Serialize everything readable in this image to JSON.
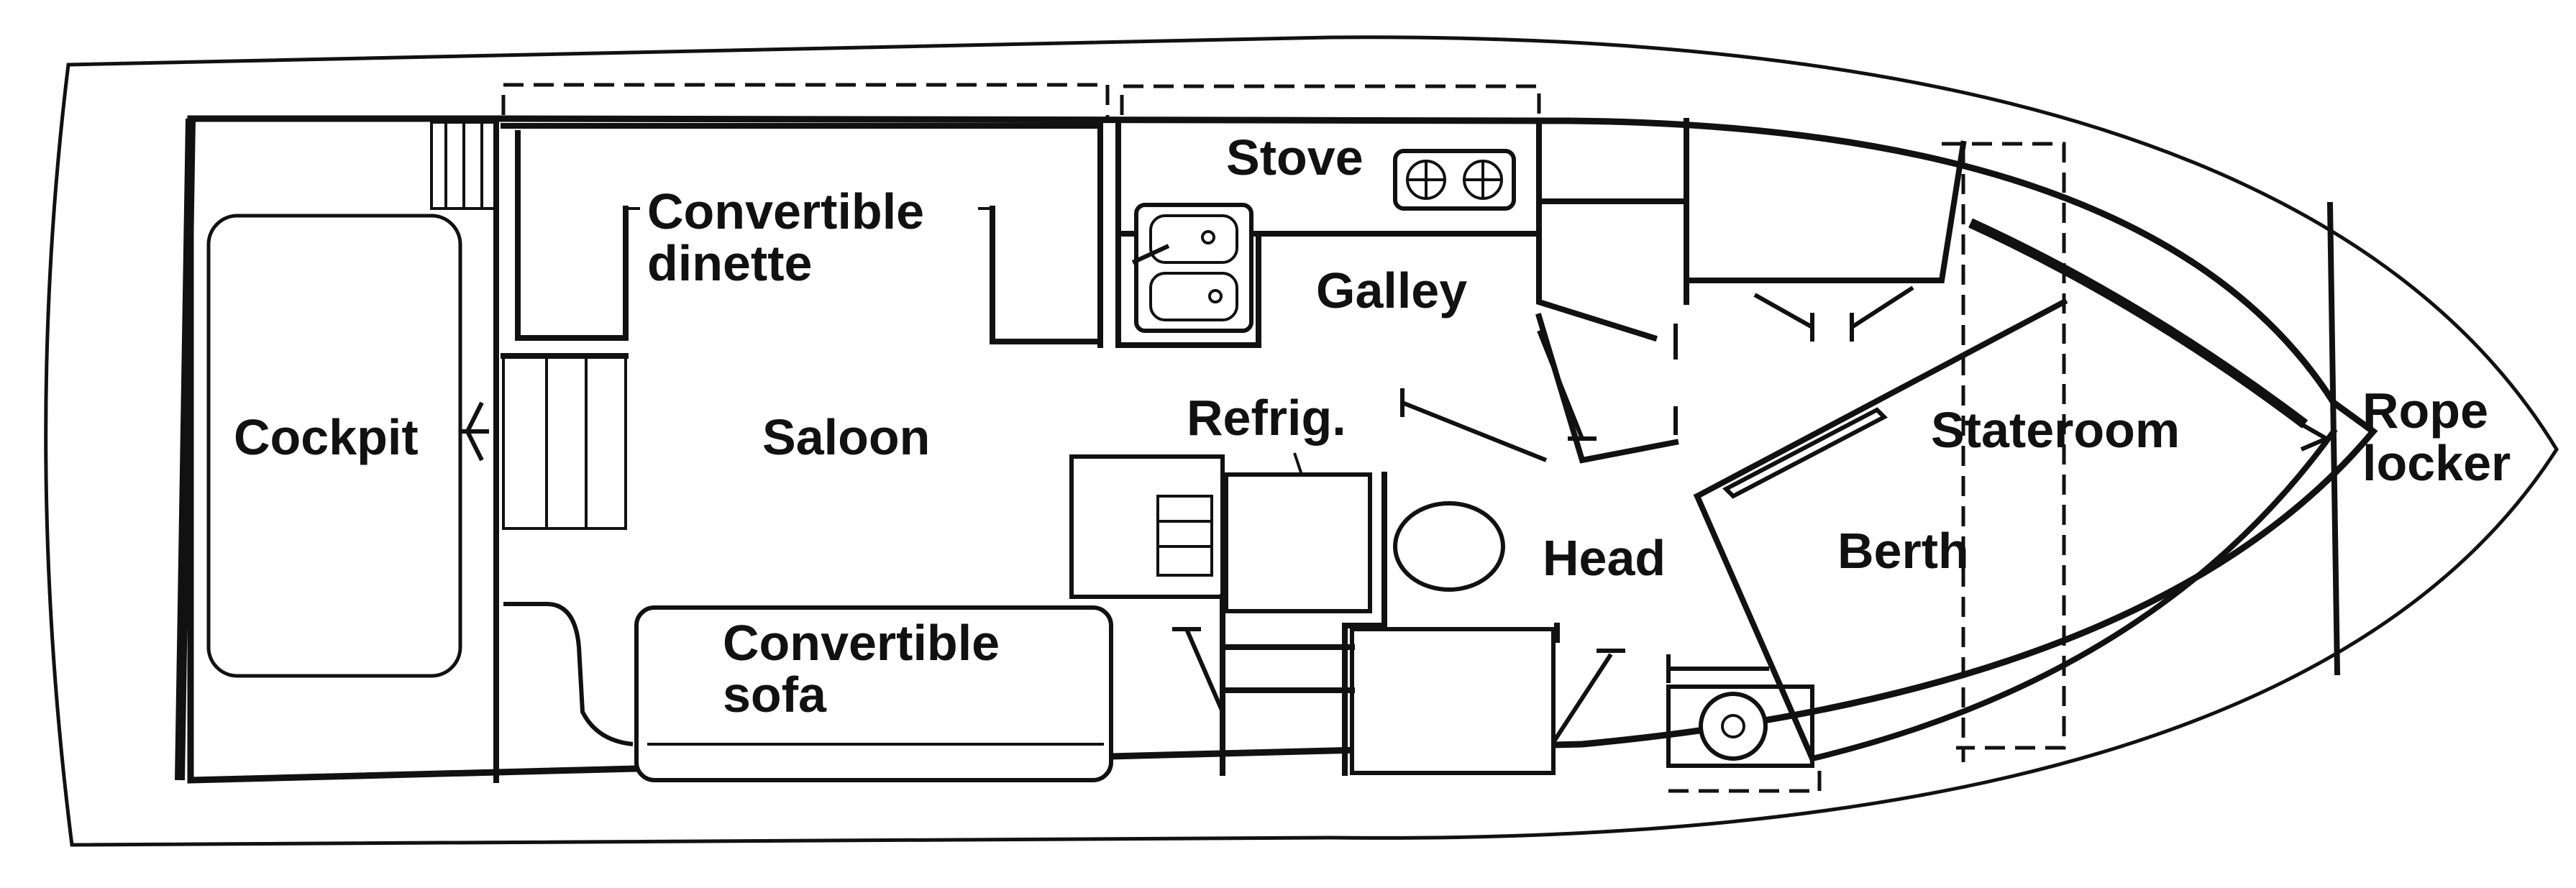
{
  "labels": {
    "stove": "Stove",
    "convertible_dinette_line1": "Convertible",
    "convertible_dinette_line2": "dinette",
    "galley": "Galley",
    "cockpit": "Cockpit",
    "saloon": "Saloon",
    "refrig": "Refrig.",
    "stateroom": "Stateroom",
    "rope_locker_line1": "Rope",
    "rope_locker_line2": "locker",
    "head": "Head",
    "berth": "Berth",
    "convertible_sofa_line1": "Convertible",
    "convertible_sofa_line2": "sofa"
  },
  "colors": {
    "ink": "#111111",
    "paper": "#ffffff"
  }
}
